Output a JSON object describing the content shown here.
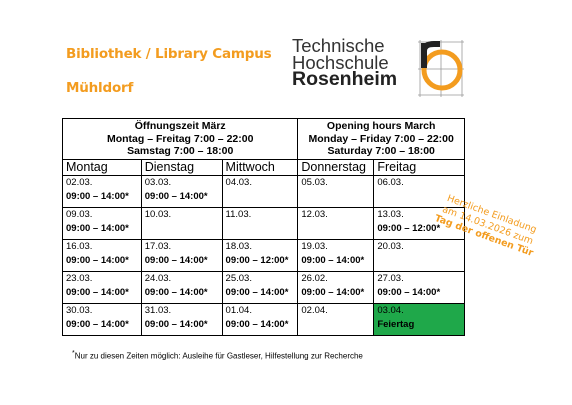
{
  "header": {
    "title_line1": "Bibliothek / Library Campus",
    "title_line2": "Mühldorf"
  },
  "logo": {
    "line1": "Technische",
    "line2": "Hochschule",
    "line3": "Rosenheim",
    "mark_letter": "r"
  },
  "table": {
    "de_header": {
      "line1": "Öffnungszeit März",
      "line2": "Montag – Freitag 7:00 – 22:00",
      "line3": "Samstag 7:00 – 18:00"
    },
    "en_header": {
      "line1": "Opening hours March",
      "line2": "Monday – Friday 7:00 –  22:00",
      "line3": "Saturday 7:00 – 18:00"
    },
    "days": [
      "Montag",
      "Dienstag",
      "Mittwoch",
      "Donnerstag",
      "Freitag"
    ],
    "rows": [
      [
        {
          "date": "02.03.",
          "time": "09:00 – 14:00*"
        },
        {
          "date": "03.03.",
          "time": "09:00 – 14:00*"
        },
        {
          "date": "04.03.",
          "time": ""
        },
        {
          "date": "05.03.",
          "time": ""
        },
        {
          "date": "06.03.",
          "time": ""
        }
      ],
      [
        {
          "date": "09.03.",
          "time": "09:00 – 14:00*"
        },
        {
          "date": "10.03.",
          "time": ""
        },
        {
          "date": "11.03.",
          "time": ""
        },
        {
          "date": "12.03.",
          "time": ""
        },
        {
          "date": "13.03.",
          "time": "09:00 – 12:00*"
        }
      ],
      [
        {
          "date": "16.03.",
          "time": "09:00 – 14:00*"
        },
        {
          "date": "17.03.",
          "time": "09:00 – 14:00*"
        },
        {
          "date": "18.03.",
          "time": "09:00 – 12:00*"
        },
        {
          "date": "19.03.",
          "time": "09:00 – 14:00*"
        },
        {
          "date": "20.03.",
          "time": ""
        }
      ],
      [
        {
          "date": "23.03.",
          "time": "09:00 – 14:00*"
        },
        {
          "date": "24.03.",
          "time": "09:00 – 14:00*"
        },
        {
          "date": "25.03.",
          "time": "09:00 – 14:00*"
        },
        {
          "date": "26.02.",
          "time": "09:00 – 14:00*"
        },
        {
          "date": "27.03.",
          "time": "09:00 – 14:00*"
        }
      ],
      [
        {
          "date": "30.03.",
          "time": "09:00 – 14:00*"
        },
        {
          "date": "31.03.",
          "time": "09:00 – 14:00*"
        },
        {
          "date": "01.04.",
          "time": "09:00 – 14:00*"
        },
        {
          "date": "02.04.",
          "time": ""
        },
        {
          "date": "03.04.",
          "time": "Feiertag",
          "highlight": true
        }
      ]
    ],
    "highlight_color": "#1fa84a"
  },
  "footnote": {
    "marker": "*",
    "text": "Nur zu diesen Zeiten möglich: Ausleihe für Gastleser, Hilfestellung zur Recherche"
  },
  "invite": {
    "line1": "Herzliche Einladung",
    "line2": "am 14.03.2026 zum",
    "line3": "Tag der offenen Tür"
  },
  "accent_color": "#f39c1f"
}
